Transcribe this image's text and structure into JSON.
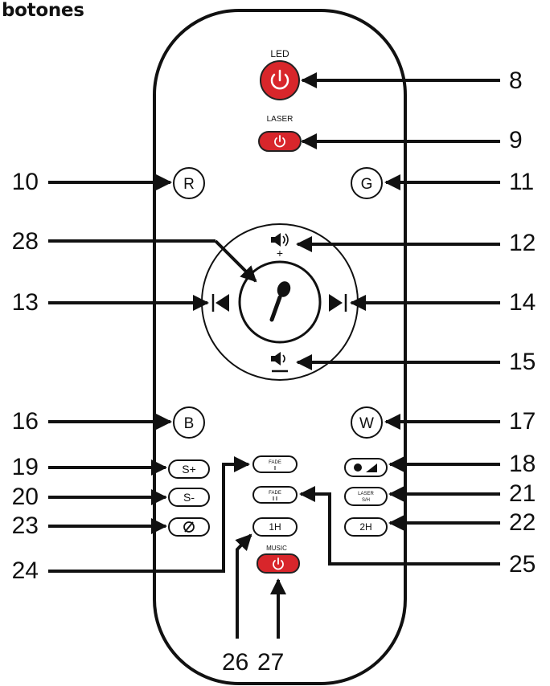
{
  "heading": "botones",
  "colors": {
    "red": "#d8262b",
    "ink": "#111111"
  },
  "icons": {
    "led_power": "power-icon",
    "laser_power": "power-icon",
    "music_power": "power-icon",
    "microphone": "microphone-icon",
    "volume_up": "volume-up-icon",
    "volume_down": "volume-down-icon",
    "previous": "previous-track-icon",
    "next": "next-track-icon",
    "light_mode": "brightness-icon",
    "no_sound": "mute-icon"
  },
  "buttons": {
    "led": "LED",
    "laser": "LASER",
    "music": "MUSIC",
    "r": "R",
    "g": "G",
    "b": "B",
    "w": "W",
    "s_plus": "S+",
    "s_minus": "S-",
    "timer_1h": "1H",
    "timer_2h": "2H",
    "fade1": "FADE",
    "fade2": "FADE",
    "laser_sm": "LASER",
    "laser_sm_sub": "S/H",
    "vol_plus": "+"
  },
  "labels": {
    "n8": "8",
    "n9": "9",
    "n10": "10",
    "n11": "11",
    "n12": "12",
    "n13": "13",
    "n14": "14",
    "n15": "15",
    "n16": "16",
    "n17": "17",
    "n18": "18",
    "n19": "19",
    "n20": "20",
    "n21": "21",
    "n22": "22",
    "n23": "23",
    "n24": "24",
    "n25": "25",
    "n26": "26",
    "n27": "27",
    "n28": "28"
  }
}
